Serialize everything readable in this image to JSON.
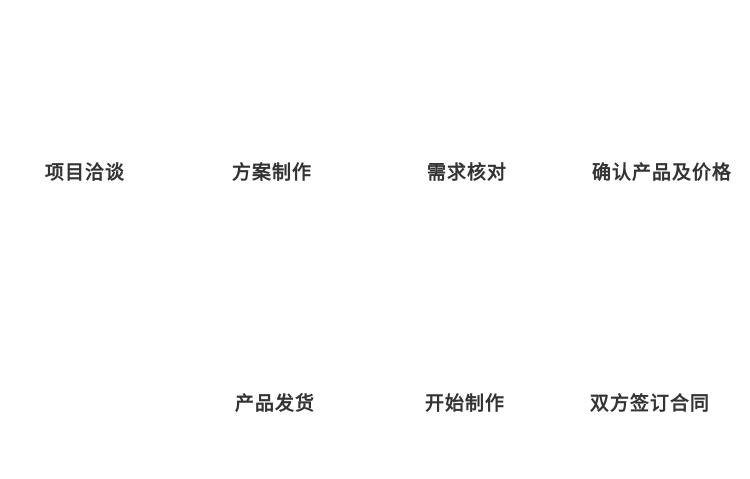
{
  "colors": {
    "background": "#ffffff",
    "text": "#333333"
  },
  "flow": {
    "top_steps": [
      {
        "label": "项目洽谈"
      },
      {
        "label": "方案制作"
      },
      {
        "label": "需求核对"
      },
      {
        "label": "确认产品及价格"
      }
    ],
    "bottom_steps": [
      {
        "label": "产品发货"
      },
      {
        "label": "开始制作"
      },
      {
        "label": "双方签订合同"
      }
    ]
  }
}
